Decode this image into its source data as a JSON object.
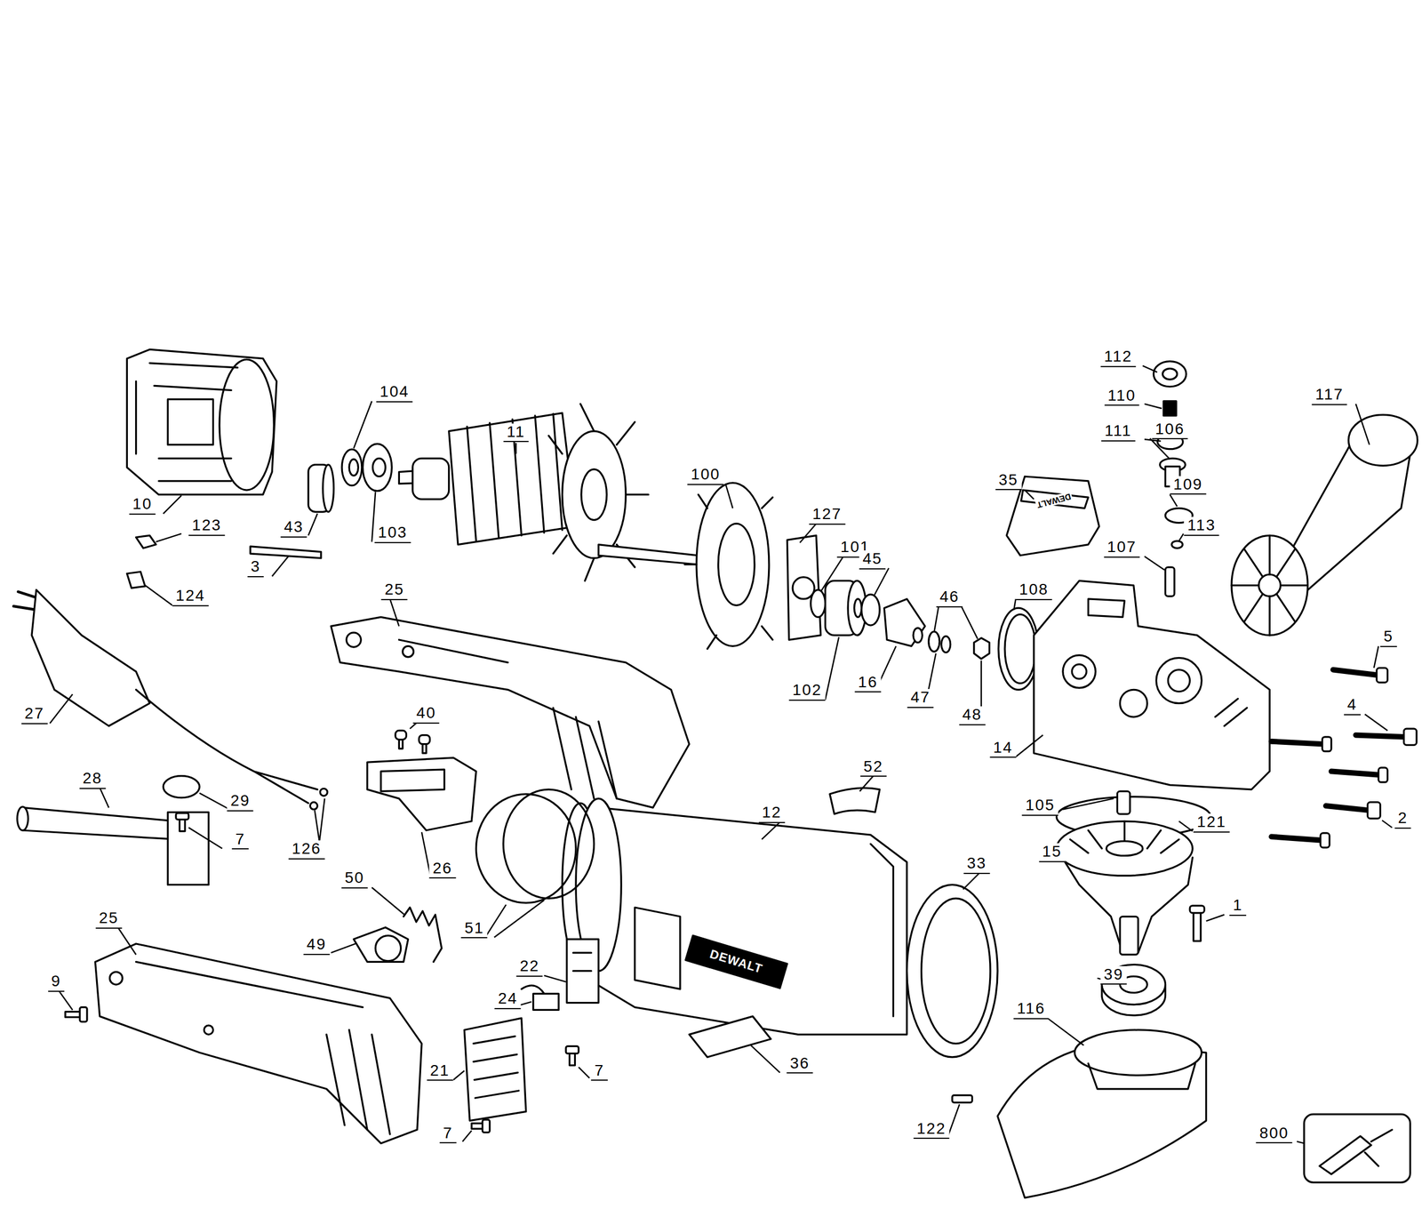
{
  "diagram": {
    "labels": [
      "112",
      "110",
      "111",
      "106",
      "117",
      "35",
      "109",
      "113",
      "107",
      "104",
      "11",
      "100",
      "127",
      "101",
      "45",
      "46",
      "108",
      "10",
      "123",
      "43",
      "103",
      "3",
      "124",
      "25",
      "5",
      "102",
      "16",
      "47",
      "48",
      "4",
      "27",
      "40",
      "14",
      "52",
      "28",
      "29",
      "105",
      "12",
      "121",
      "2",
      "7",
      "126",
      "15",
      "26",
      "33",
      "50",
      "1",
      "25",
      "51",
      "49",
      "22",
      "9",
      "39",
      "116",
      "24",
      "7",
      "21",
      "36",
      "122",
      "7",
      "800",
      "DEWALT",
      "DEWALT"
    ]
  }
}
